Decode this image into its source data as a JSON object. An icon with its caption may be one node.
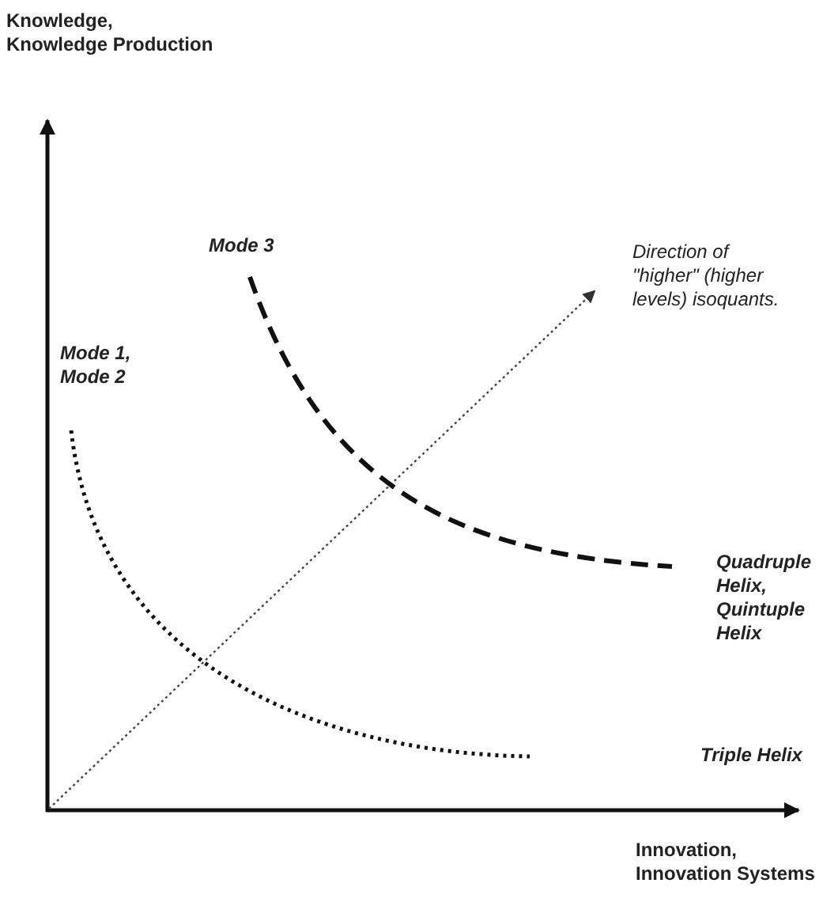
{
  "diagram": {
    "labels": [
      "Knowledge, Knowledge Production",
      "Direction of \"higher\" (higher levels) isoquants.",
      "Mode 3",
      "Mode 1, Mode 2",
      "Quadruple Helix, Quintuple Helix",
      "Triple Helix",
      "Innovation, Innovation Systems"
    ]
  }
}
